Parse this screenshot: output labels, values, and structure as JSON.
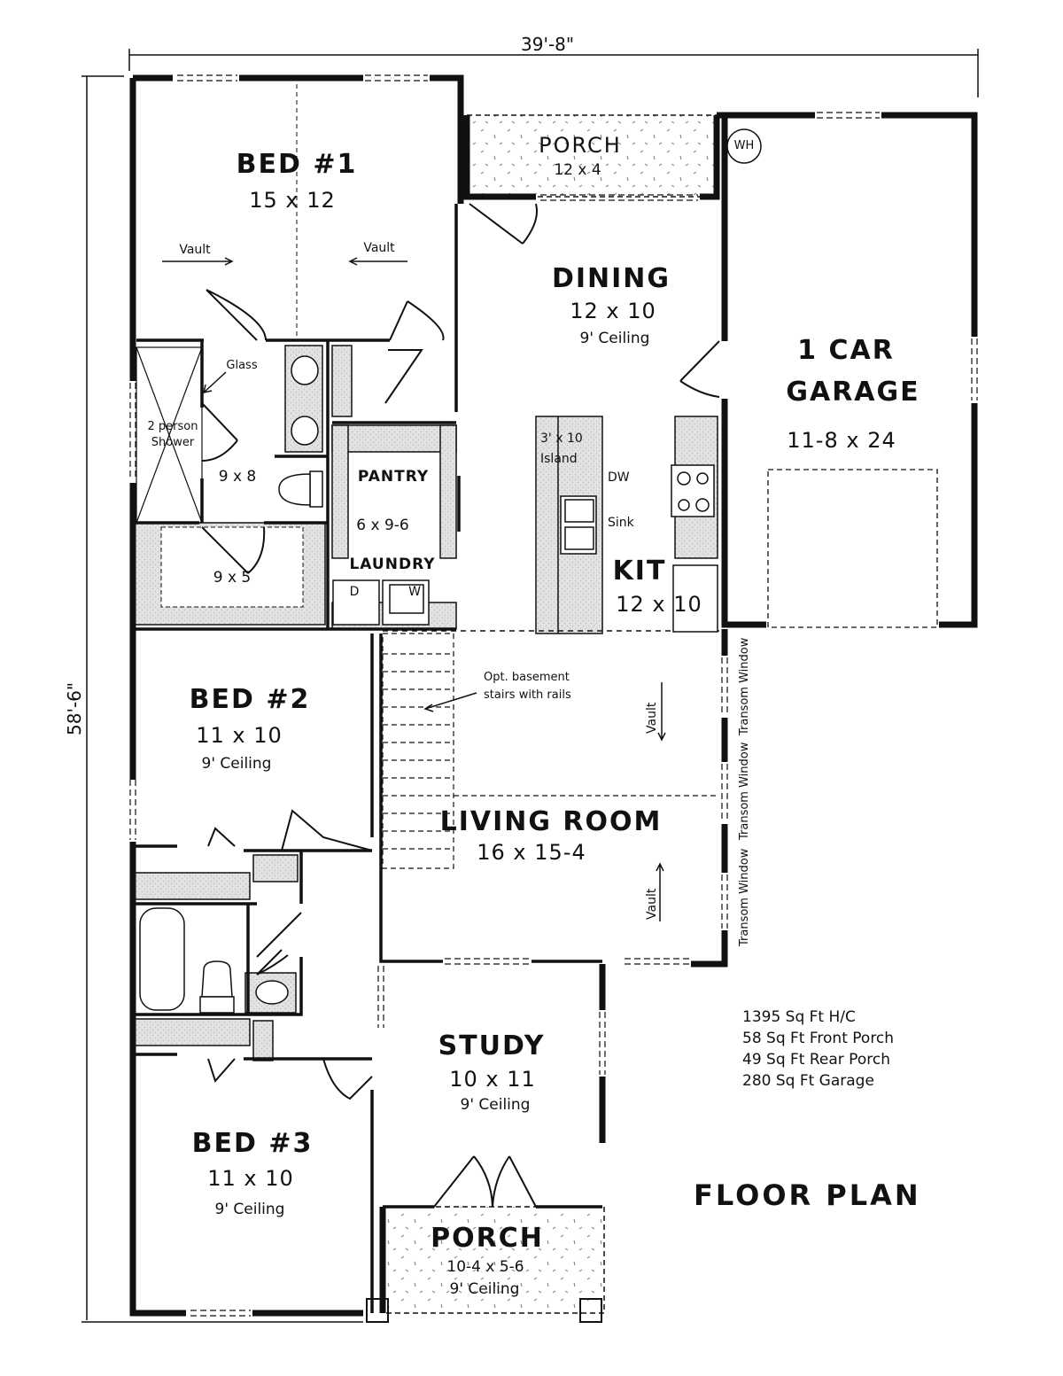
{
  "title": "FLOOR PLAN",
  "dimensions": {
    "overall_width": "39'-8\"",
    "overall_depth": "58'-6\""
  },
  "rooms": {
    "bed1": {
      "name": "BED #1",
      "size": "15 x 12",
      "vault_left": "Vault",
      "vault_right": "Vault"
    },
    "master_bath": {
      "size": "9 x 8",
      "shower": "2 person Shower",
      "glass": "Glass"
    },
    "closet": {
      "size": "9 x 5"
    },
    "rear_porch": {
      "name": "PORCH",
      "size": "12 x 4"
    },
    "dining": {
      "name": "DINING",
      "size": "12 x 10",
      "ceiling": "9' Ceiling"
    },
    "garage": {
      "name_line1": "1 CAR",
      "name_line2": "GARAGE",
      "size": "11-8 x 24",
      "water_heater": "WH"
    },
    "pantry": {
      "name": "PANTRY",
      "size": "6 x 9-6"
    },
    "laundry": {
      "name": "LAUNDRY",
      "dryer": "D",
      "washer": "W"
    },
    "kitchen": {
      "name": "KIT",
      "size": "12 x 10",
      "island": "3' x 10",
      "island_label": "Island",
      "dishwasher": "DW",
      "sink": "Sink"
    },
    "living": {
      "name": "LIVING ROOM",
      "size": "16 x 15-4",
      "stairs_note_1": "Opt. basement",
      "stairs_note_2": "stairs with rails",
      "vault_top": "Vault",
      "vault_bottom": "Vault",
      "transom": [
        "Transom Window",
        "Transom Window",
        "Transom Window"
      ]
    },
    "bed2": {
      "name": "BED #2",
      "size": "11 x 10",
      "ceiling": "9' Ceiling"
    },
    "bed3": {
      "name": "BED #3",
      "size": "11 x 10",
      "ceiling": "9' Ceiling"
    },
    "study": {
      "name": "STUDY",
      "size": "10 x 11",
      "ceiling": "9' Ceiling"
    },
    "front_porch": {
      "name": "PORCH",
      "size": "10-4 x 5-6",
      "ceiling": "9' Ceiling"
    }
  },
  "square_footage": [
    "1395 Sq Ft H/C",
    "58 Sq Ft Front Porch",
    "49 Sq Ft Rear Porch",
    "280 Sq Ft Garage"
  ],
  "colors": {
    "wall": "#111111",
    "fill": "#d9d9d9",
    "background": "#ffffff"
  }
}
